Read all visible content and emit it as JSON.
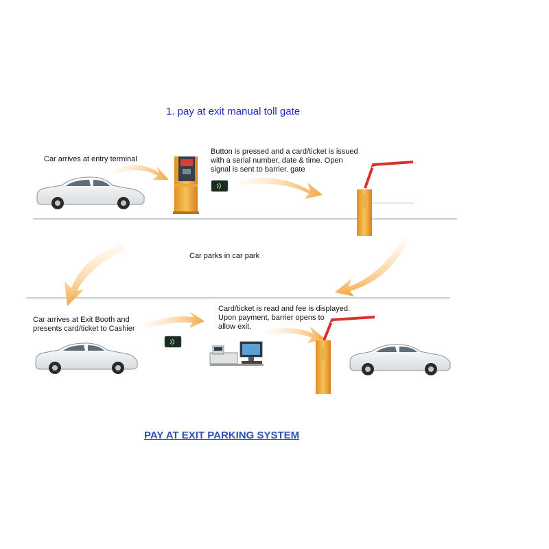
{
  "title": "1. pay at exit manual toll gate",
  "steps": {
    "entry": "Car arrives at entry terminal",
    "issue": "Button is pressed and a card/ticket is issued\nwith a serial number, date & time. Open\nsignal  is sent to barrier. gate",
    "park": "Car parks in car park",
    "exit_booth": "Car arrives at Exit Booth and\npresents card/ticket to Cashier",
    "read": "Card/ticket is read and fee is displayed.\nUpon payment, barrier opens to\nallow exit."
  },
  "footer": "PAY AT EXIT PARKING SYSTEM",
  "colors": {
    "title": "#1f2bbf",
    "footer": "#2f4fb3",
    "arrow": "#f6b25a",
    "divider": "#8aa0b0",
    "terminal": "#f0a830",
    "barrier_red": "#d8332a"
  },
  "icons": [
    "car-icon",
    "entry-terminal-icon",
    "ticket-card-icon",
    "barrier-gate-icon",
    "cashier-station-icon"
  ]
}
